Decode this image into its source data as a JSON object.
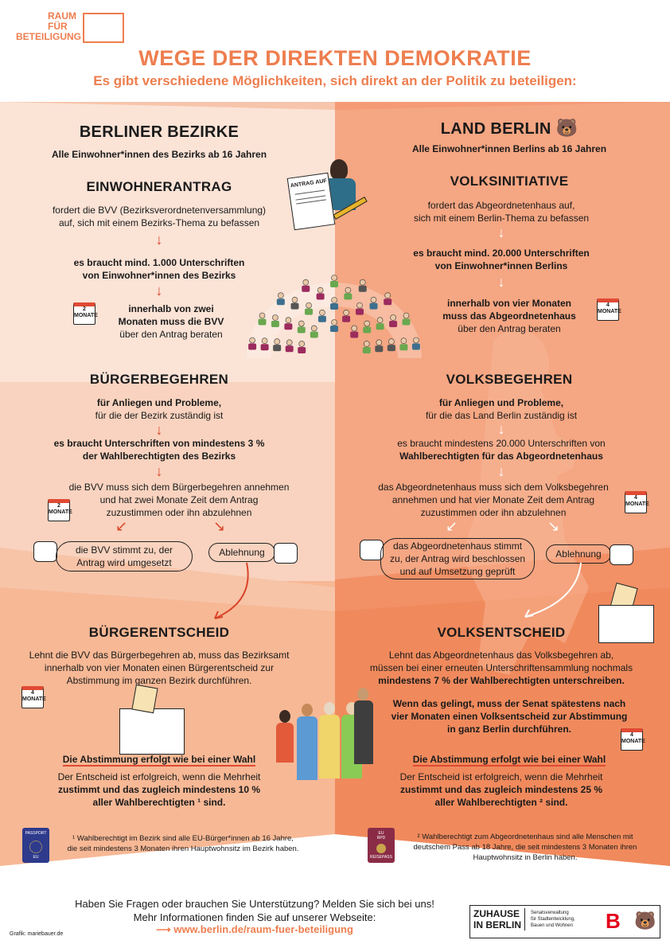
{
  "brand": {
    "logo_line1": "RAUM",
    "logo_line2": "FÜR",
    "logo_line3": "BETEILIGUNG"
  },
  "header": {
    "title": "WEGE DER DIREKTEN DEMOKRATIE",
    "subtitle": "Es gibt verschiedene Möglichkeiten, sich direkt an der Politik zu beteiligen:"
  },
  "colors": {
    "accent": "#ee7e4f",
    "left_light": "#fbe3d6",
    "left_mid": "#f9d3bf",
    "left_dark": "#f7b895",
    "right_light": "#f5a682",
    "right_dark": "#f08a5d",
    "arrow_red": "#d9442a"
  },
  "left": {
    "heading": "BERLINER BEZIRKE",
    "eligibility": "Alle Einwohner*innen des Bezirks ab 16 Jahren",
    "antrag": {
      "title": "EINWOHNERANTRAG",
      "line1": "fordert die BVV (Bezirksverordnetenversammlung)",
      "line2": "auf, sich mit einem Bezirks-Thema zu befassen",
      "sig1": "es braucht mind. 1.000 Unterschriften",
      "sig2": "von Einwohner*innen des Bezirks",
      "time1": "innerhalb von zwei",
      "time2": "Monaten muss die BVV",
      "time3": "über den Antrag beraten",
      "sign_label": "ANTRAG AUF"
    },
    "begehren": {
      "title": "BÜRGERBEGEHREN",
      "line1": "für Anliegen und Probleme,",
      "line2": "für die der Bezirk zuständig ist",
      "sig1": "es braucht Unterschriften von mindestens 3 %",
      "sig2": "der Wahlberechtigten des Bezirks",
      "bvv1": "die BVV muss sich dem Bürgerbegehren annehmen",
      "bvv2": "und hat zwei Monate Zeit dem Antrag",
      "bvv3": "zuzustimmen oder ihn abzulehnen",
      "yes1": "die BVV stimmt zu, der",
      "yes2": "Antrag wird umgesetzt",
      "no": "Ablehnung"
    },
    "entscheid": {
      "title": "BÜRGERENTSCHEID",
      "line1": "Lehnt die BVV das Bürgerbegehren ab, muss das Bezirksamt",
      "line2": "innerhalb von vier Monaten einen Bürgerentscheid zur",
      "line3": "Abstimmung im ganzen Bezirk durchführen.",
      "vote_heading": "Die Abstimmung erfolgt wie bei einer Wahl",
      "res1": "Der Entscheid ist erfolgreich, wenn die Mehrheit",
      "res2": "zustimmt und das zugleich mindestens 10 %",
      "res3": "aller Wahlberechtigten ¹ sind."
    },
    "footnote1": "¹ Wahlberechtigt im Bezirk sind alle EU-Bürger*innen ab 16 Jahre,",
    "footnote2": "die seit mindestens 3 Monaten ihren Hauptwohnsitz im Bezirk haben.",
    "passport": "PASSPORT",
    "passport_eu": "EU"
  },
  "right": {
    "heading": "LAND BERLIN",
    "eligibility": "Alle Einwohner*innen Berlins ab 16 Jahren",
    "initiative": {
      "title": "VOLKSINITIATIVE",
      "line1": "fordert das Abgeordnetenhaus auf,",
      "line2": "sich mit einem Berlin-Thema zu befassen",
      "sig1": "es braucht mind. 20.000 Unterschriften",
      "sig2": "von Einwohner*innen Berlins",
      "time1": "innerhalb von vier Monaten",
      "time2": "muss das Abgeordnetenhaus",
      "time3": "über den Antrag beraten"
    },
    "begehren": {
      "title": "VOLKSBEGEHREN",
      "line1": "für Anliegen und Probleme,",
      "line2": "für die das Land Berlin zuständig ist",
      "sig1": "es braucht mindestens 20.000 Unterschriften von",
      "sig2": "Wahlberechtigten für das Abgeordnetenhaus",
      "abg1": "das Abgeordnetenhaus muss sich dem Volksbegehren",
      "abg2": "annehmen und hat vier Monate Zeit dem Antrag",
      "abg3": "zuzustimmen oder ihn abzulehnen",
      "yes1": "das Abgeordnetenhaus stimmt",
      "yes2": "zu, der Antrag wird beschlossen",
      "yes3": "und auf Umsetzung geprüft",
      "no": "Ablehnung"
    },
    "entscheid": {
      "title": "VOLKSENTSCHEID",
      "line1": "Lehnt das Abgeordnetenhaus das Volksbegehren ab,",
      "line2": "müssen bei einer erneuten Unterschriftensammlung nochmals",
      "line3": "mindestens 7 % der Wahlberechtigten unterschreiben.",
      "senat1": "Wenn das gelingt, muss der Senat spätestens nach",
      "senat2": "vier Monaten einen Volksentscheid zur Abstimmung",
      "senat3": "in ganz Berlin durchführen.",
      "vote_heading": "Die Abstimmung erfolgt wie bei einer Wahl",
      "res1": "Der Entscheid ist erfolgreich, wenn die Mehrheit",
      "res2": "zustimmt und das zugleich mindestens 25 %",
      "res3": "aller Wahlberechtigten ² sind."
    },
    "footnote1": "² Wahlberechtigt zum Abgeordnetenhaus sind alle Menschen mit",
    "footnote2": "deutschem Pass ab 18 Jahre, die seit mindestens 3 Monaten ihren",
    "footnote3": "Hauptwohnsitz in Berlin haben.",
    "passport_line1": "EU",
    "passport_line2": "RPD",
    "passport_line3": "REISEPASS"
  },
  "calendar": {
    "two": "2",
    "four": "4",
    "unit": "MONATE"
  },
  "footer": {
    "q": "Haben Sie Fragen oder brauchen Sie Unterstützung? Melden Sie sich bei uns!",
    "info": "Mehr Informationen finden Sie auf unserer Webseite:",
    "link": "www.berlin.de/raum-fuer-beteiligung",
    "credit": "Grafik: mariebauer.de",
    "logo1": "ZUHAUSE",
    "logo2": "IN BERLIN",
    "senat1": "Senatsverwaltung",
    "senat2": "für Stadtentwicklung,",
    "senat3": "Bauen und Wohnen",
    "b": "B"
  }
}
